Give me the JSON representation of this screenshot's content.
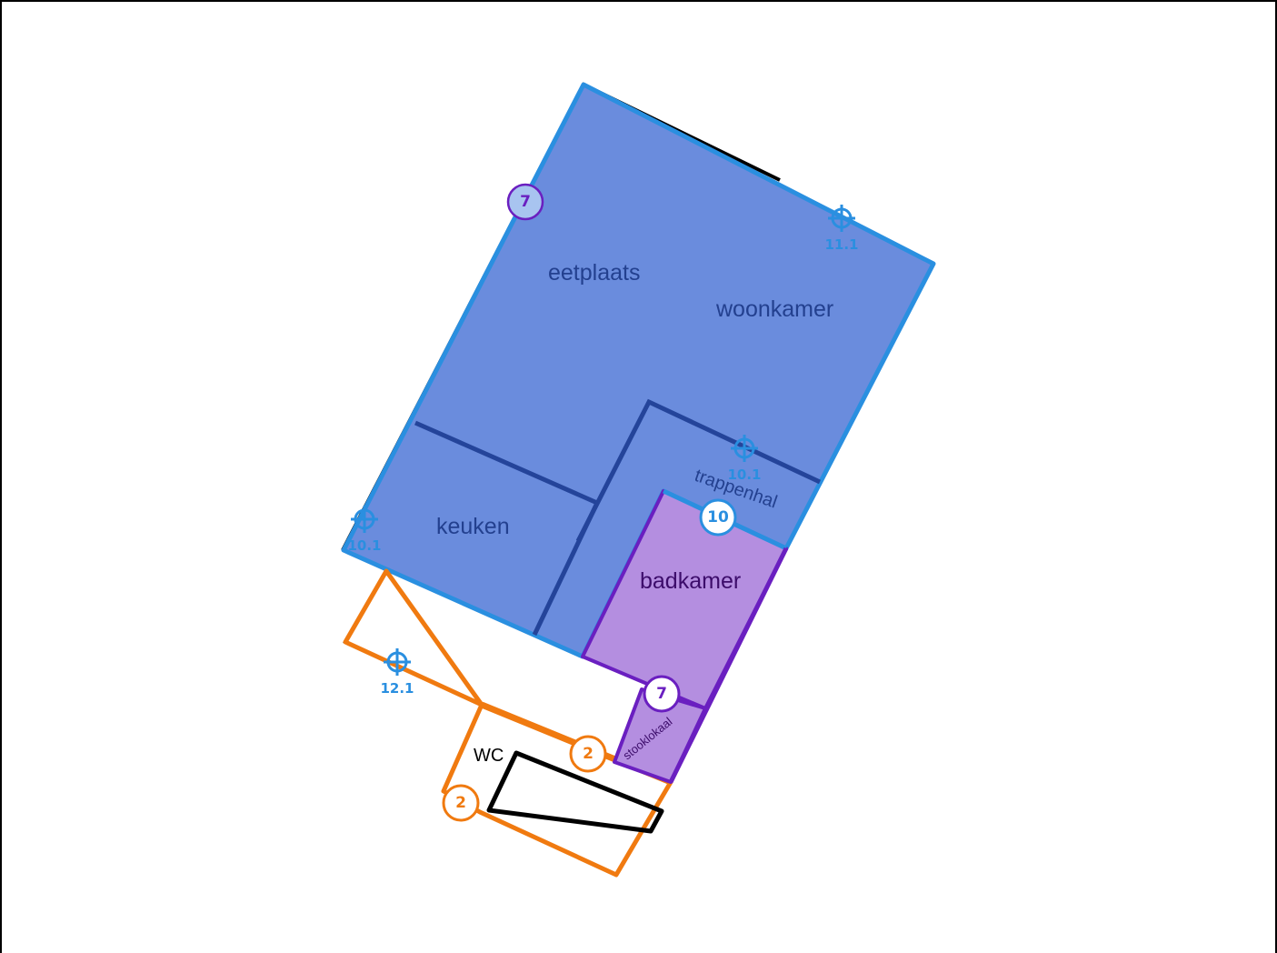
{
  "rooms": {
    "eetplaats": "eetplaats",
    "woonkamer": "woonkamer",
    "keuken": "keuken",
    "trappenhal": "trappenhal",
    "badkamer": "badkamer",
    "stooklokaal": "stooklokaal",
    "wc": "WC"
  },
  "badges": {
    "purple_top": "7",
    "blue_10": "10",
    "purple_7": "7",
    "orange_2_top": "2",
    "orange_2_bottom": "2"
  },
  "markers": {
    "m_11_1": "11.1",
    "m_10_1_center": "10.1",
    "m_10_1_left": "10.1",
    "m_12_1": "12.1"
  },
  "colors": {
    "blue_fill": "#6a8cdd",
    "blue_outline": "#2a8fe0",
    "inner_wall": "#24449a",
    "purple_fill": "#b48ee0",
    "purple_outline": "#6a1fc0",
    "orange": "#f07a10",
    "black": "#000000"
  }
}
